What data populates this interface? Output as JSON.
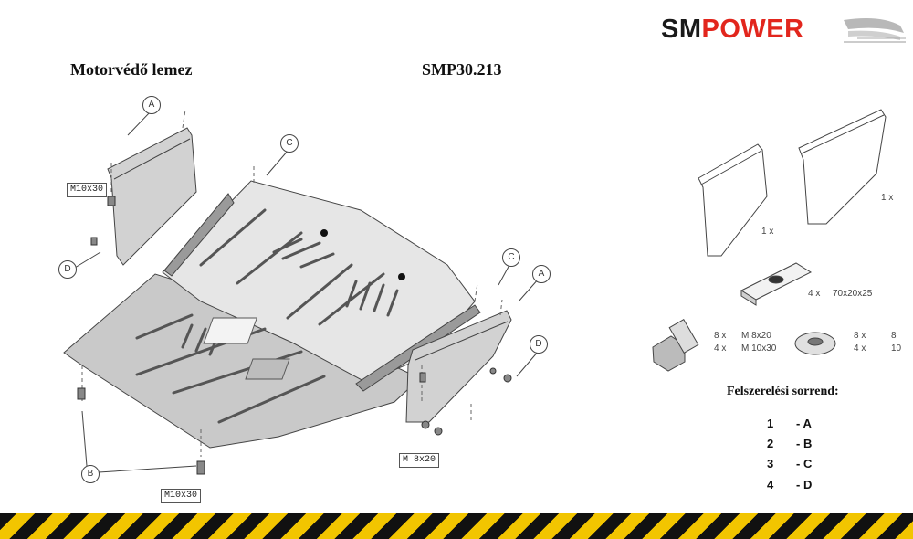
{
  "brand": {
    "part1": "SM",
    "part2": "POWER"
  },
  "titles": {
    "left": "Motorvédő lemez",
    "right": "SMP30.213"
  },
  "callouts": {
    "A": "A",
    "B": "B",
    "C": "C",
    "D": "D"
  },
  "bolt_labels": {
    "m10x30_top": "M10x30",
    "m10x30_bottom": "M10x30",
    "m8x20": "M 8x20"
  },
  "parts": {
    "bracket_left_qty": "1 x",
    "bracket_right_qty": "1 x",
    "plate_qty": "4 x",
    "plate_size": "70x20x25",
    "bolts": [
      {
        "qty": "8 x",
        "size": "M 8x20",
        "washer_qty": "8 x",
        "washer_size": "8"
      },
      {
        "qty": "4 x",
        "size": "M 10x30",
        "washer_qty": "4 x",
        "washer_size": "10"
      }
    ]
  },
  "install_order": {
    "title": "Felszerelési sorrend:",
    "steps": [
      {
        "num": "1",
        "code": "- A"
      },
      {
        "num": "2",
        "code": "- B"
      },
      {
        "num": "3",
        "code": "- C"
      },
      {
        "num": "4",
        "code": "- D"
      }
    ]
  },
  "colors": {
    "brand_red": "#e2261d",
    "hazard_yellow": "#f2c500",
    "hazard_black": "#111111"
  }
}
